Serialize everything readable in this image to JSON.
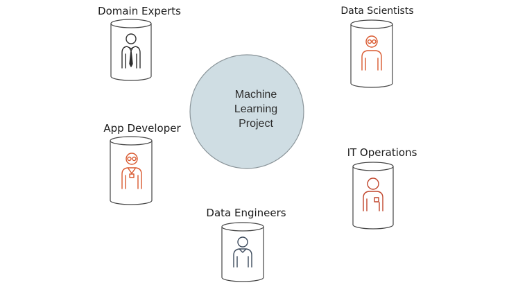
{
  "center": {
    "lines": [
      "Machine",
      "Learning",
      "Project"
    ],
    "fill": "#cfdde3",
    "stroke": "#8a9499"
  },
  "roles": [
    {
      "label": "Domain Experts",
      "icon": "person-tie-icon",
      "color": "#2e2e2e"
    },
    {
      "label": "Data Scientists",
      "icon": "person-glasses-icon",
      "color": "#d9582e"
    },
    {
      "label": "App Developer",
      "icon": "person-glasses-badge-icon",
      "color": "#d9582e"
    },
    {
      "label": "IT Operations",
      "icon": "person-pocket-icon",
      "color": "#c0442a"
    },
    {
      "label": "Data Engineers",
      "icon": "person-collar-icon",
      "color": "#3c4a5c"
    }
  ],
  "cylinder_stroke": "#444444"
}
